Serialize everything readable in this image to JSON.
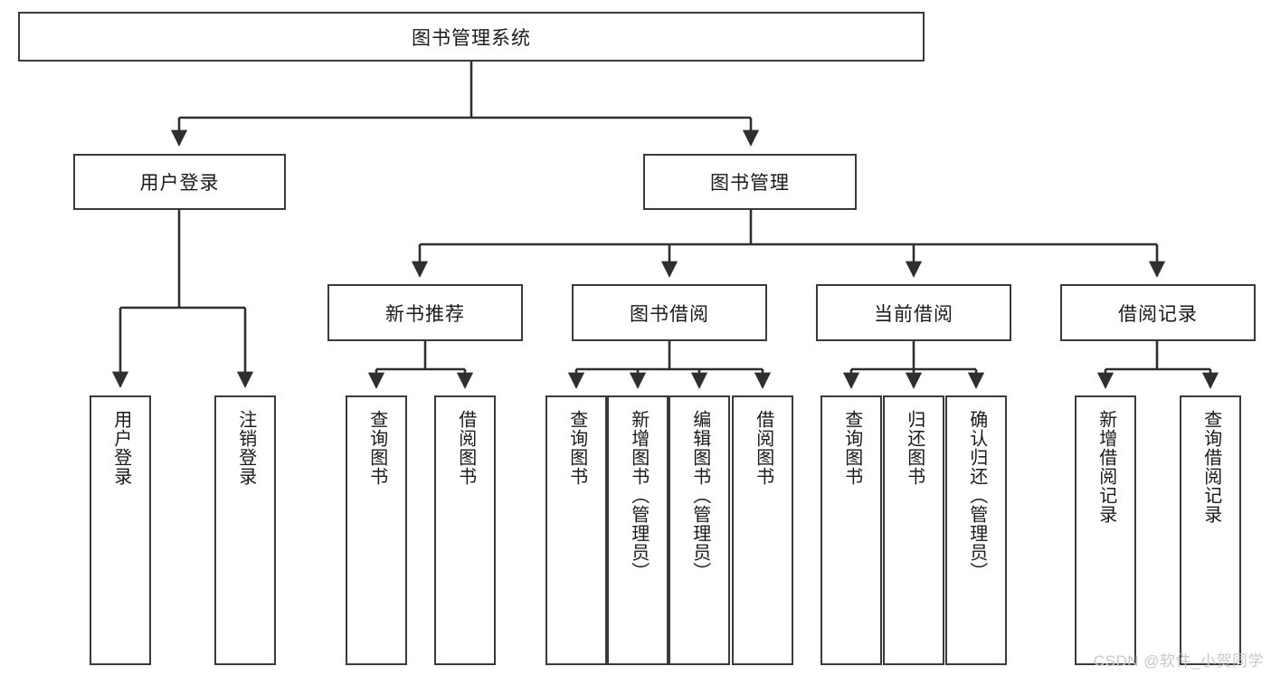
{
  "diagram": {
    "title": "图书管理系统",
    "type": "tree-hierarchy",
    "watermark": "CSDN @软件_小贺同学",
    "colors": {
      "box_border": "#3a3a3a",
      "box_fill": "#ffffff",
      "edge": "#2f2f2f",
      "text": "#1a1a1a",
      "watermark": "#c8c8c8",
      "background": "#ffffff"
    },
    "root": {
      "label": "图书管理系统"
    },
    "level2": [
      {
        "label": "用户登录"
      },
      {
        "label": "图书管理"
      }
    ],
    "level3": [
      {
        "label": "新书推荐"
      },
      {
        "label": "图书借阅"
      },
      {
        "label": "当前借阅"
      },
      {
        "label": "借阅记录"
      }
    ],
    "leaves": {
      "user_login": [
        {
          "label": "用户登录"
        },
        {
          "label": "注销登录"
        }
      ],
      "new_book": [
        {
          "label": "查询图书"
        },
        {
          "label": "借阅图书"
        }
      ],
      "book_borrow": [
        {
          "label": "查询图书"
        },
        {
          "label": "新增图书（管理员）"
        },
        {
          "label": "编辑图书（管理员）"
        },
        {
          "label": "借阅图书"
        }
      ],
      "current_borrow": [
        {
          "label": "查询图书"
        },
        {
          "label": "归还图书"
        },
        {
          "label": "确认归还（管理员）"
        }
      ],
      "borrow_record": [
        {
          "label": "新增借阅记录"
        },
        {
          "label": "查询借阅记录"
        }
      ]
    }
  }
}
